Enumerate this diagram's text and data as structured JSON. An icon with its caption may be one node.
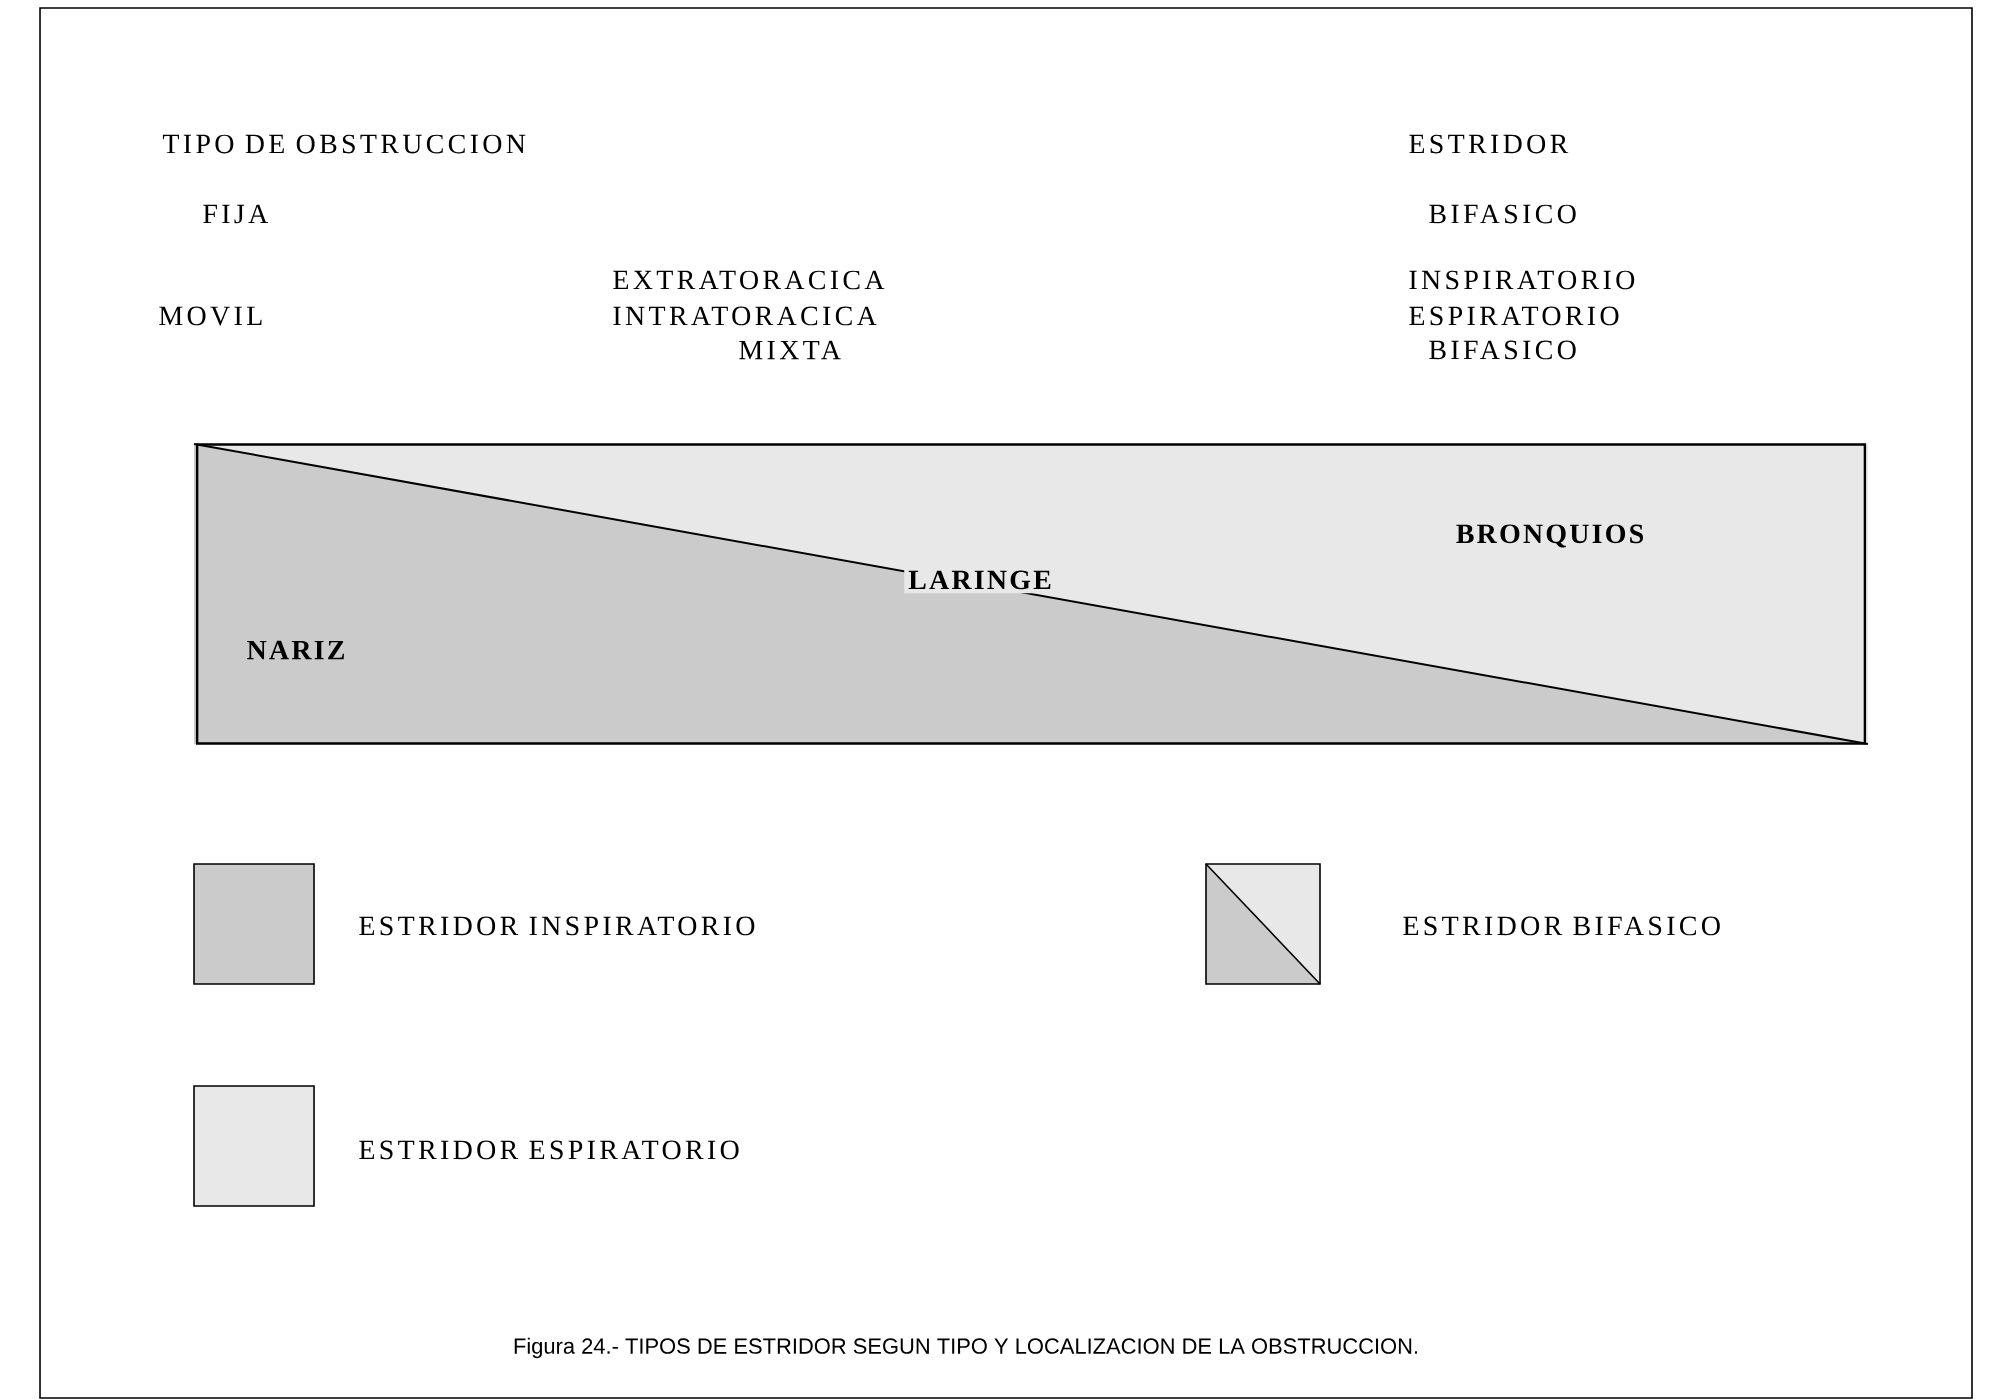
{
  "diagram": {
    "caption": "Figura 24.- TIPOS DE ESTRIDOR SEGUN TIPO Y LOCALIZACION DE LA OBSTRUCCION.",
    "nodes": [
      {
        "text": [
          "BRONQUIOS",
          "LARINGE",
          "NARIZ"
        ]
      }
    ],
    "labels": [
      "TIPO DE OBSTRUCCION",
      "ESTRIDOR",
      "FIJA",
      "BIFASICO",
      "EXTRATORACICA",
      "INSPIRATORIO",
      "MOVIL",
      "INTRATORACICA",
      "ESPIRATORIO",
      "MIXTA",
      "BIFASICO"
    ],
    "legend": [
      {
        "text": "ESTRIDOR INSPIRATORIO",
        "color": "#cbcbcb"
      },
      {
        "text": "ESTRIDOR BIFASICO"
      },
      {
        "text": "ESTRIDOR ESPIRATORIO",
        "color": "#e8e8e8"
      }
    ]
  }
}
